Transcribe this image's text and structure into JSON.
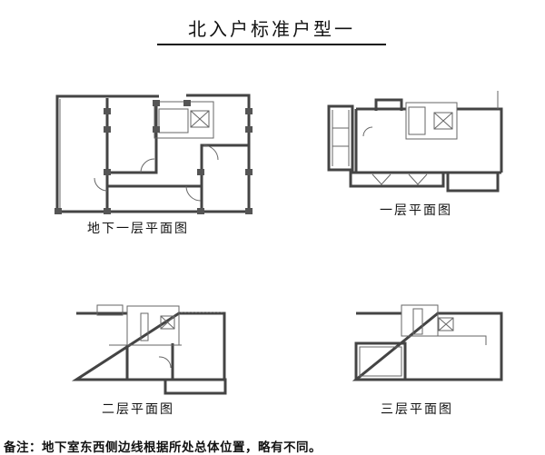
{
  "title": "北入户标准户型一",
  "plans": [
    {
      "caption": "地下一层平面图"
    },
    {
      "caption": "一层平面图"
    },
    {
      "caption": "二层平面图"
    },
    {
      "caption": "三层平面图"
    }
  ],
  "note": "备注：地下室东西侧边线根据所处总体位置，略有不同。"
}
